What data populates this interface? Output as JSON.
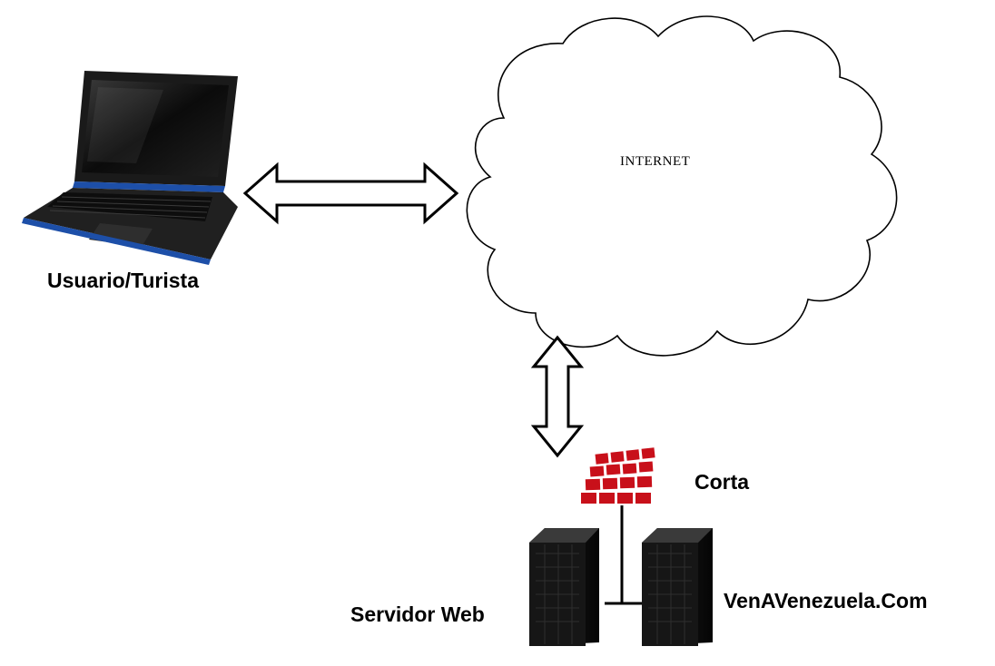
{
  "labels": {
    "internet": "INTERNET",
    "user": "Usuario/Turista",
    "firewall": "Corta",
    "server": "Servidor Web",
    "domain": "VenAVenezuela.Com"
  },
  "colors": {
    "firewall": "#c8101a",
    "laptop_body": "#1c1c1c",
    "laptop_accent": "#1d4fa8",
    "server_body": "#151515",
    "stroke": "#000000"
  },
  "icons": [
    "laptop-icon",
    "cloud-icon",
    "firewall-icon",
    "server-icon"
  ]
}
